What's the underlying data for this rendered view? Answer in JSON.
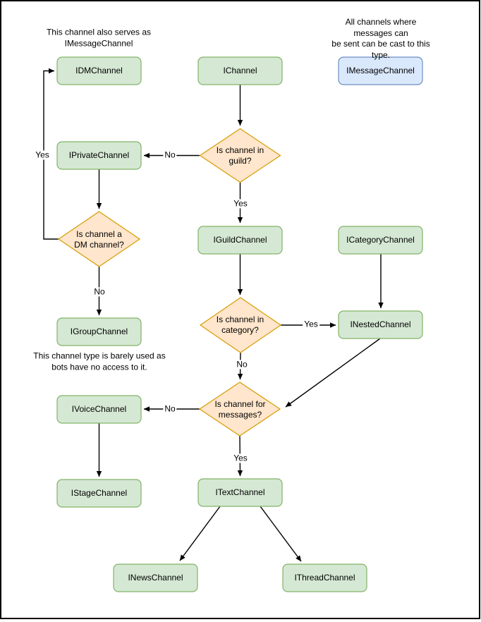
{
  "colors": {
    "node_fill": "#d5e8d4",
    "node_stroke": "#82b366",
    "decision_fill": "#ffe6cc",
    "decision_stroke": "#d79b00",
    "highlight_fill": "#dae8fc",
    "highlight_stroke": "#6c8ebf",
    "edge_color": "#000000",
    "text_color": "#000000",
    "background": "#ffffff"
  },
  "notes": {
    "dm_note": "This channel also serves as\nIMessageChannel",
    "message_note": "All channels where messages can\nbe sent can be cast to this type.",
    "group_note": "This channel type is barely used as\nbots have no access to it."
  },
  "nodes": {
    "idm": {
      "label": "IDMChannel"
    },
    "ichannel": {
      "label": "IChannel"
    },
    "imessage": {
      "label": "IMessageChannel"
    },
    "iprivate": {
      "label": "IPrivateChannel"
    },
    "iguild": {
      "label": "IGuildChannel"
    },
    "icategory": {
      "label": "ICategoryChannel"
    },
    "inested": {
      "label": "INestedChannel"
    },
    "igroup": {
      "label": "IGroupChannel"
    },
    "ivoice": {
      "label": "IVoiceChannel"
    },
    "istage": {
      "label": "IStageChannel"
    },
    "itext": {
      "label": "ITextChannel"
    },
    "inews": {
      "label": "INewsChannel"
    },
    "ithread": {
      "label": "IThreadChannel"
    }
  },
  "decisions": {
    "in_guild": {
      "label": "Is channel in\nguild?"
    },
    "is_dm": {
      "label": "Is channel a\nDM channel?"
    },
    "in_category": {
      "label": "Is channel in\ncategory?"
    },
    "for_messages": {
      "label": "Is channel for\nmessages?"
    }
  },
  "edge_labels": {
    "dm_yes": "Yes",
    "guild_no": "No",
    "guild_yes": "Yes",
    "dm_no": "No",
    "category_yes": "Yes",
    "category_no": "No",
    "messages_no": "No",
    "messages_yes": "Yes"
  }
}
